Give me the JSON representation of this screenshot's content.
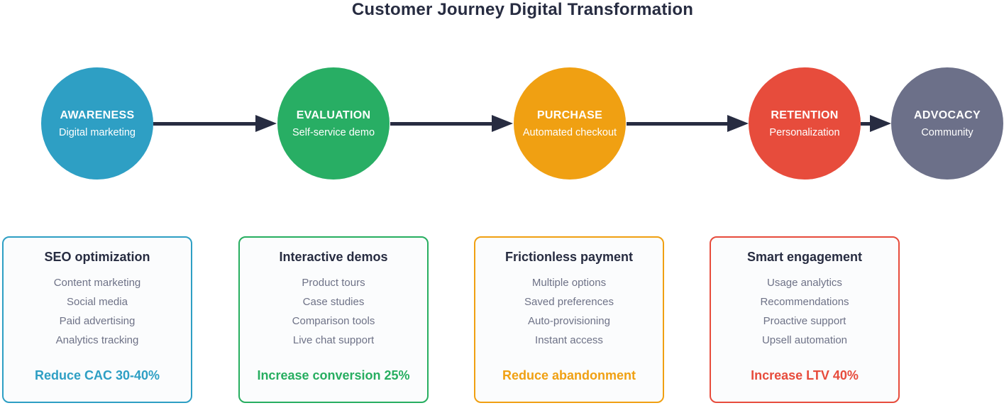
{
  "title": "Customer Journey Digital Transformation",
  "colors": {
    "background": "#ffffff",
    "title_text": "#272C41",
    "arrow": "#272C41",
    "item_text": "#6E7287",
    "teal": "#2E9FC4",
    "green": "#28AE64",
    "green_accent": "#27AE60",
    "orange": "#F0A012",
    "red": "#E74C3C",
    "gray": "#6C7089"
  },
  "stages": [
    {
      "label": "AWARENESS",
      "sublabel": "Digital marketing",
      "color": "#2E9FC4"
    },
    {
      "label": "EVALUATION",
      "sublabel": "Self-service demo",
      "color": "#28AE64"
    },
    {
      "label": "PURCHASE",
      "sublabel": "Automated checkout",
      "color": "#F0A012"
    },
    {
      "label": "RETENTION",
      "sublabel": "Personalization",
      "color": "#E74C3C"
    },
    {
      "label": "ADVOCACY",
      "sublabel": "Community",
      "color": "#6C7089"
    }
  ],
  "cards": [
    {
      "title": "SEO optimization",
      "items": [
        "Content marketing",
        "Social media",
        "Paid advertising",
        "Analytics tracking"
      ],
      "metric": "Reduce CAC 30-40%",
      "accent": "#2E9FC4"
    },
    {
      "title": "Interactive demos",
      "items": [
        "Product tours",
        "Case studies",
        "Comparison tools",
        "Live chat support"
      ],
      "metric": "Increase conversion 25%",
      "accent": "#27AE60"
    },
    {
      "title": "Frictionless payment",
      "items": [
        "Multiple options",
        "Saved preferences",
        "Auto-provisioning",
        "Instant access"
      ],
      "metric": "Reduce abandonment",
      "accent": "#F0A012"
    },
    {
      "title": "Smart engagement",
      "items": [
        "Usage analytics",
        "Recommendations",
        "Proactive support",
        "Upsell automation"
      ],
      "metric": "Increase LTV 40%",
      "accent": "#E74C3C"
    }
  ]
}
